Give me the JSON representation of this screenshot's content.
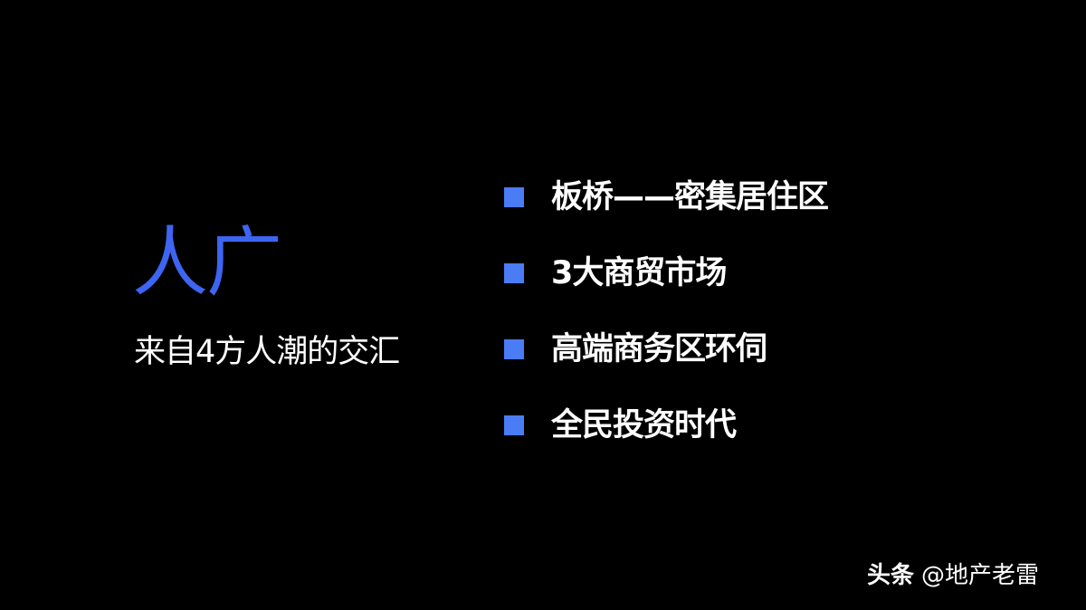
{
  "slide": {
    "background_color": "#000000",
    "title": "人广",
    "title_color": "#3d65f2",
    "subtitle": "来自4方人潮的交汇",
    "bullet_color": "#4a7cf5",
    "bullets": [
      {
        "icon": "square-bullet-icon",
        "text": "板桥——密集居住区"
      },
      {
        "icon": "square-bullet-icon",
        "text": "3大商贸市场"
      },
      {
        "icon": "square-bullet-icon",
        "text": "高端商务区环伺"
      },
      {
        "icon": "square-bullet-icon",
        "text": "全民投资时代"
      }
    ]
  },
  "watermark": {
    "brand": "头条",
    "handle": "@地产老雷"
  }
}
